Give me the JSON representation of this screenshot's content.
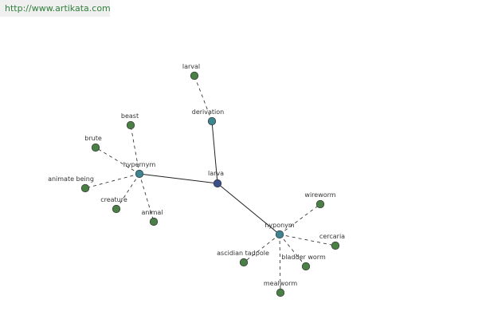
{
  "watermark": "http://www.artikata.com",
  "colors": {
    "central": "#3d4f8a",
    "relation": "#3e8590",
    "leaf": "#4a7f45",
    "edge": "#222222"
  },
  "graph": {
    "center": "larva",
    "relations": [
      {
        "id": "derivation",
        "label": "derivation",
        "items": [
          "larval"
        ]
      },
      {
        "id": "hypernym",
        "label": "hypernym",
        "items": [
          "beast",
          "brute",
          "animate being",
          "creature",
          "animal"
        ]
      },
      {
        "id": "hyponym",
        "label": "hyponym",
        "items": [
          "wireworm",
          "cercaria",
          "bladder worm",
          "ascidian tadpole",
          "mealworm"
        ]
      }
    ]
  }
}
